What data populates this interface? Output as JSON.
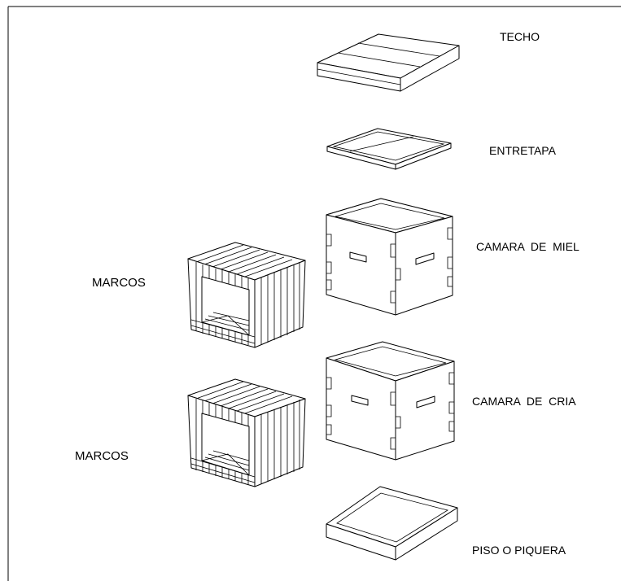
{
  "labels": {
    "techo": "TECHO",
    "entretapa": "ENTRETAPA",
    "camara_miel": "CAMARA  DE  MIEL",
    "camara_cria": "CAMARA  DE  CRIA",
    "piso": "PISO O PIQUERA",
    "marcos_top": "MARCOS",
    "marcos_bottom": "MARCOS"
  }
}
